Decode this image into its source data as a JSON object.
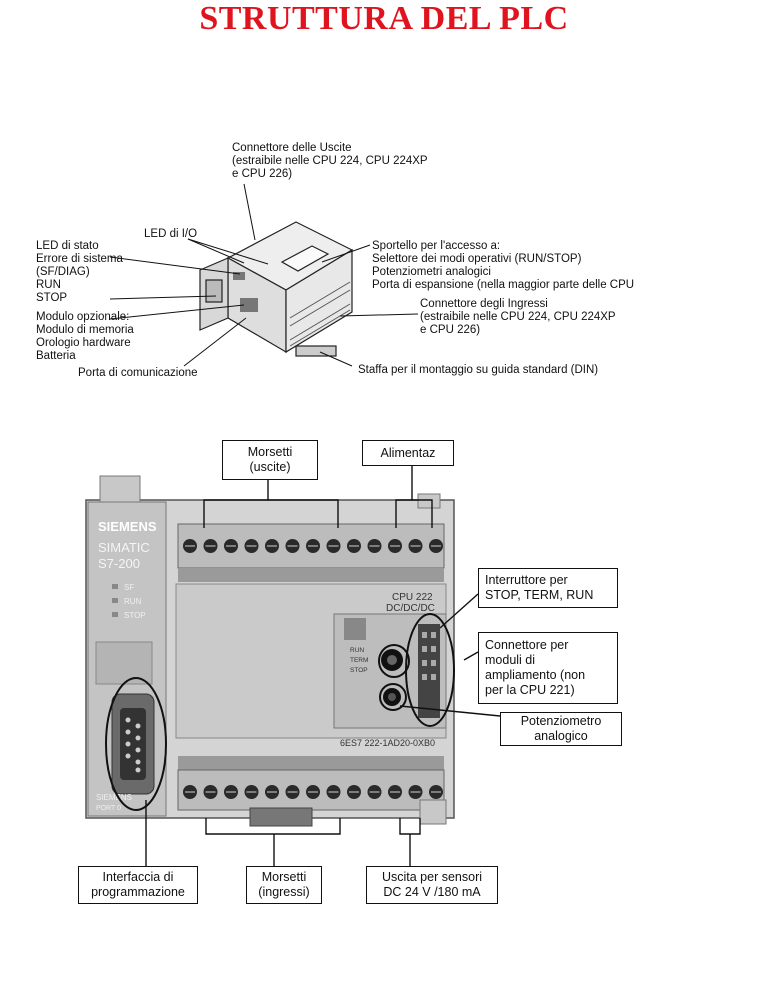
{
  "title": "STRUTTURA DEL PLC",
  "top_diagram": {
    "output_connector": [
      "Connettore delle Uscite",
      "(estraibile nelle CPU 224, CPU 224XP",
      " e CPU 226)"
    ],
    "led_io": "LED di I/O",
    "status_led": [
      "LED di stato",
      "   Errore di sistema",
      "   (SF/DIAG)",
      "   RUN",
      "   STOP"
    ],
    "optional_module": [
      "Modulo opzionale:",
      "   Modulo di memoria",
      "   Orologio hardware",
      "   Batteria"
    ],
    "comm_port": "Porta di comunicazione",
    "access_door": [
      "Sportello per l'accesso a:",
      "   Selettore dei modi operativi (RUN/STOP)",
      "   Potenziometri analogici",
      "   Porta di espansione (nella maggior parte delle CPU"
    ],
    "input_connector": [
      "Connettore degli Ingressi",
      "(estraibile nelle CPU 224, CPU 224XP",
      " e CPU 226)"
    ],
    "din_bracket": "Staffa per il montaggio su guida standard (DIN)"
  },
  "bottom_diagram": {
    "terminals_out": "Morsetti\n(uscite)",
    "power": "Alimentaz",
    "switch": "Interruttore per\nSTOP, TERM, RUN",
    "expansion": "Connettore per\nmoduli di\nampliamento (non\nper la CPU 221)",
    "potentiometer": "Potenziometro\nanalogico",
    "prog_interface": "Interfaccia di\nprogrammazione",
    "terminals_in": "Morsetti\n(ingressi)",
    "sensor_out": "Uscita per sensori\nDC 24 V /180 mA",
    "device": {
      "brand": "SIEMENS",
      "simatic": "SIMATIC",
      "model": "S7-200",
      "led_sf": "SF",
      "led_run": "RUN",
      "led_stop": "STOP",
      "cpu": "CPU 222",
      "cpu_type": "DC/DC/DC",
      "sw_run": "RUN",
      "sw_term": "TERM",
      "sw_stop": "STOP",
      "part_no": "6ES7 222-1AD20-0XB0",
      "port": "PORT 0",
      "bottom_brand": "SIEMENS"
    }
  }
}
